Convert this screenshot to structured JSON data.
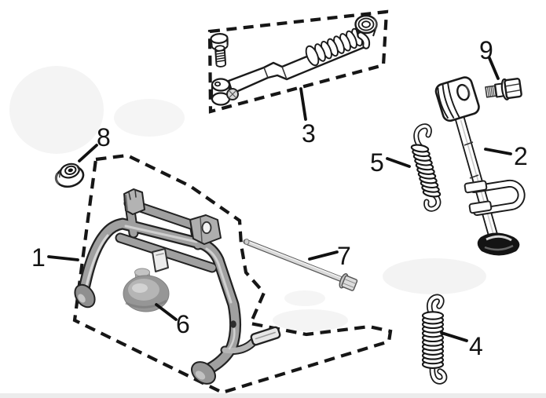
{
  "figure": {
    "background_color": "#ffffff",
    "line_color": "#161616",
    "label_color": "#141414",
    "labels": [
      {
        "number": "1",
        "part": "main-stand"
      },
      {
        "number": "2",
        "part": "side-stand"
      },
      {
        "number": "3",
        "part": "stand-lever-assembly"
      },
      {
        "number": "4",
        "part": "main-stand-spring"
      },
      {
        "number": "5",
        "part": "side-stand-spring"
      },
      {
        "number": "6",
        "part": "rubber-stopper"
      },
      {
        "number": "7",
        "part": "pivot-bolt"
      },
      {
        "number": "8",
        "part": "flange-nut"
      },
      {
        "number": "9",
        "part": "flange-bolt"
      }
    ]
  }
}
